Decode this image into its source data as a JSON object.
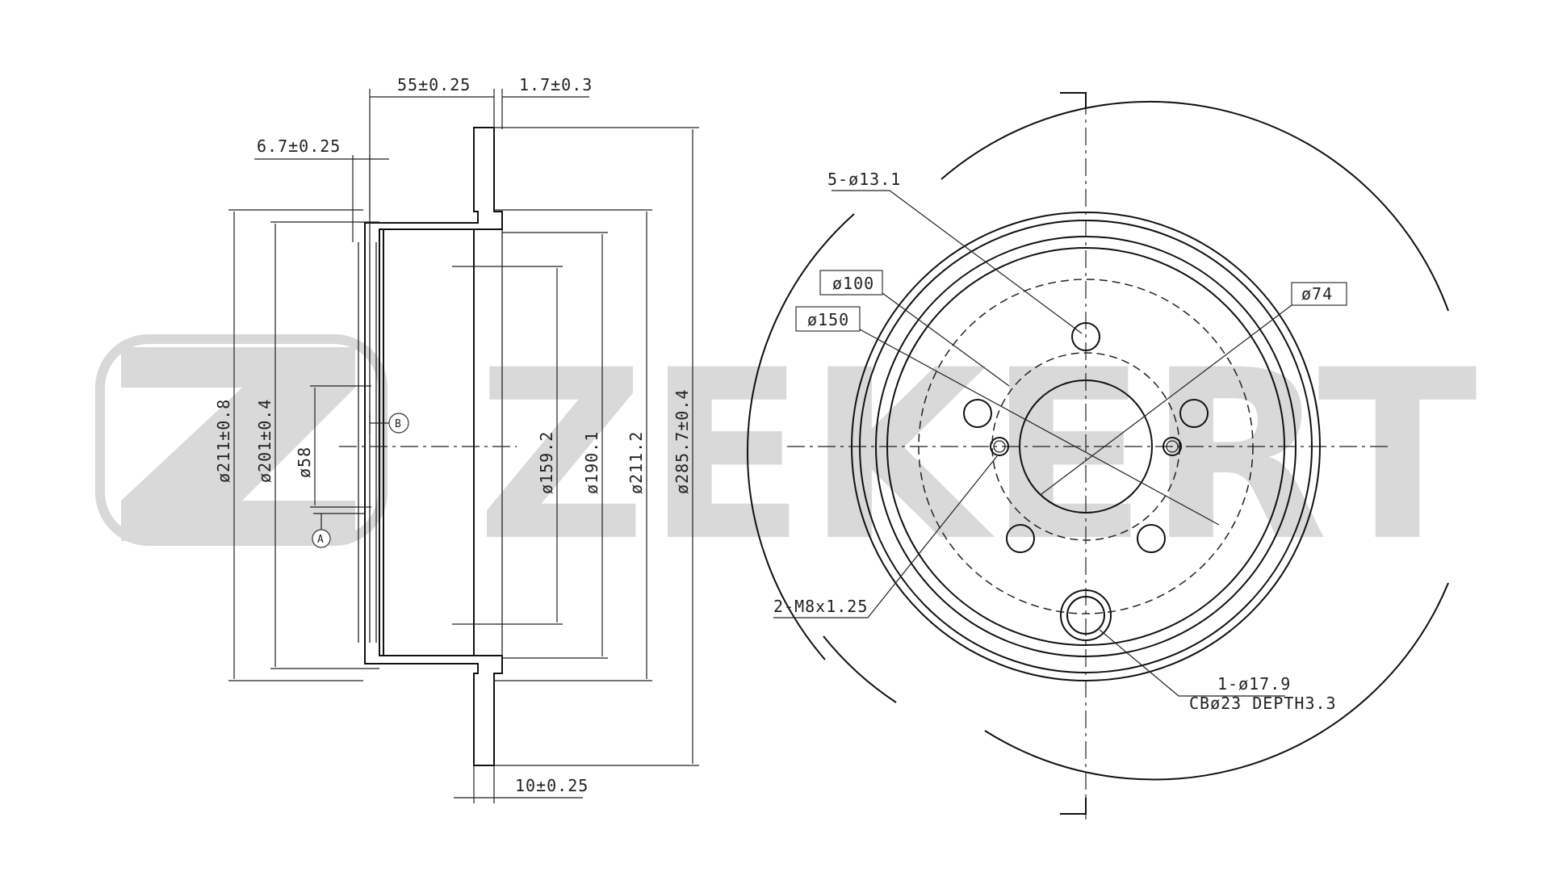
{
  "watermark": {
    "brand": "ZEKERT",
    "color": "#d9d9d9"
  },
  "side_view": {
    "dims": {
      "offset": "55±0.25",
      "hat_step": "1.7±0.3",
      "hat_wall": "6.7±0.25",
      "thickness": "10±0.25",
      "d_outer_hat": "ø211±0.8",
      "d_inner_hat": "ø201±0.4",
      "d_bore": "ø58",
      "d_159": "ø159.2",
      "d_190": "ø190.1",
      "d_211": "ø211.2",
      "d_disc": "ø285.7±0.4"
    },
    "datums": {
      "a": "A",
      "b": "B"
    }
  },
  "front_view": {
    "labels": {
      "bolt_holes": "5-ø13.1",
      "pcd_100": "ø100",
      "pcd_150": "ø150",
      "center_74": "ø74",
      "threads": "2-M8x1.25",
      "extra_hole_1": "1-ø17.9",
      "extra_hole_2": "CBø23 DEPTH3.3"
    }
  },
  "colors": {
    "line": "#111111",
    "background": "#ffffff"
  }
}
